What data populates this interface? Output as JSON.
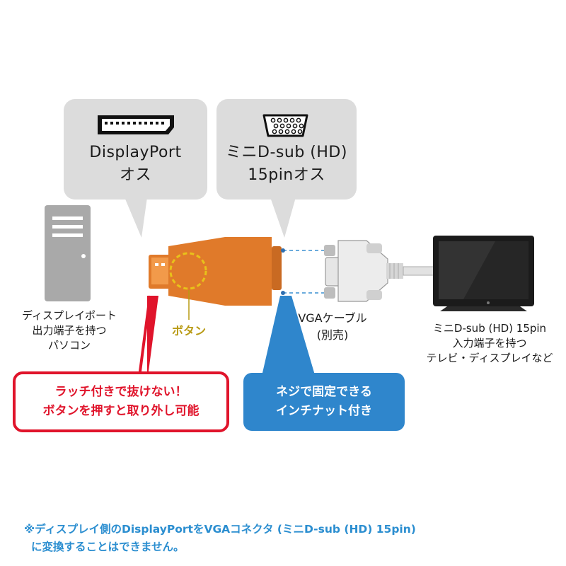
{
  "labels": {
    "displayport": [
      "DisplayPort",
      "オス"
    ],
    "minidsub": [
      "ミニD-sub (HD)",
      "15pinオス"
    ],
    "pc": [
      "ディスプレイポート",
      "出力端子を持つ",
      "パソコン"
    ],
    "button": "ボタン",
    "vga_cable": [
      "VGAケーブル",
      "(別売)"
    ],
    "monitor": [
      "ミニD-sub (HD) 15pin",
      "入力端子を持つ",
      "テレビ・ディスプレイなど"
    ]
  },
  "callouts": {
    "latch": [
      "ラッチ付きで抜けない！",
      "ボタンを押すと取り外し可能"
    ],
    "screw": [
      "ネジで固定できる",
      "インチナット付き"
    ]
  },
  "note": [
    "※ディスプレイ側のDisplayPortをVGAコネクタ (ミニD-sub (HD) 15pin)",
    "に変換することはできません。"
  ],
  "colors": {
    "bubble_gray": "#dcdcdc",
    "adapter_orange": "#e07a2a",
    "button_outline": "#e8c21a",
    "latch_red": "#e0142b",
    "screw_blue": "#2f86cc",
    "guide_blue": "#3a8fd0"
  }
}
